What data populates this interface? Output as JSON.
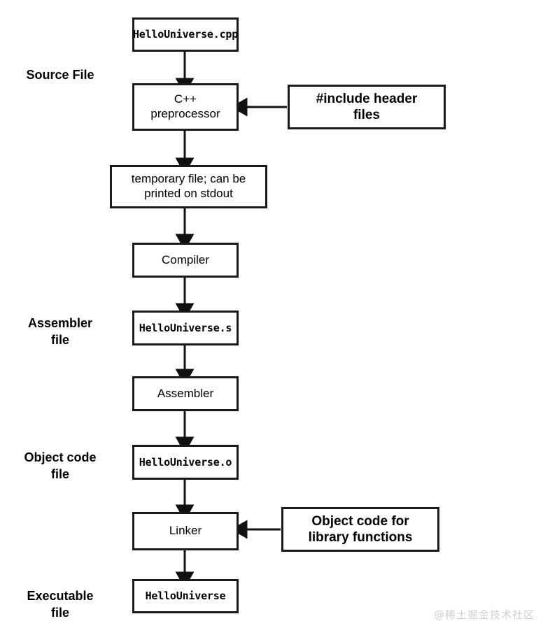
{
  "diagram": {
    "title": "C++ compilation pipeline flowchart",
    "background": "#ffffff",
    "stroke_color": "#1a1a1a",
    "watermark": "@稀土掘金技术社区",
    "side_labels": [
      {
        "id": "source-file",
        "text": "Source File"
      },
      {
        "id": "assembler-file",
        "text": "Assembler\nfile"
      },
      {
        "id": "object-code-file",
        "text": "Object code\nfile"
      },
      {
        "id": "executable-file",
        "text": "Executable\nfile"
      }
    ],
    "nodes": [
      {
        "id": "hellouniverse-cpp",
        "text": "HelloUniverse.cpp",
        "style": "mono"
      },
      {
        "id": "cpp-preprocessor",
        "text": "C++\npreprocessor",
        "style": "plain"
      },
      {
        "id": "include-header-files",
        "text": "#include header\nfiles",
        "style": "strong"
      },
      {
        "id": "temporary-file",
        "text": "temporary file; can be\nprinted on stdout",
        "style": "plain"
      },
      {
        "id": "compiler",
        "text": "Compiler",
        "style": "plain"
      },
      {
        "id": "hellouniverse-s",
        "text": "HelloUniverse.s",
        "style": "mono"
      },
      {
        "id": "assembler",
        "text": "Assembler",
        "style": "plain"
      },
      {
        "id": "hellouniverse-o",
        "text": "HelloUniverse.o",
        "style": "mono"
      },
      {
        "id": "linker",
        "text": "Linker",
        "style": "plain"
      },
      {
        "id": "object-code-library",
        "text": "Object code for\nlibrary functions",
        "style": "strong"
      },
      {
        "id": "hellouniverse-exe",
        "text": "HelloUniverse",
        "style": "mono"
      }
    ],
    "edges": [
      {
        "from": "hellouniverse-cpp",
        "to": "cpp-preprocessor",
        "direction": "down"
      },
      {
        "from": "include-header-files",
        "to": "cpp-preprocessor",
        "direction": "left"
      },
      {
        "from": "cpp-preprocessor",
        "to": "temporary-file",
        "direction": "down"
      },
      {
        "from": "temporary-file",
        "to": "compiler",
        "direction": "down"
      },
      {
        "from": "compiler",
        "to": "hellouniverse-s",
        "direction": "down"
      },
      {
        "from": "hellouniverse-s",
        "to": "assembler",
        "direction": "down"
      },
      {
        "from": "assembler",
        "to": "hellouniverse-o",
        "direction": "down"
      },
      {
        "from": "hellouniverse-o",
        "to": "linker",
        "direction": "down"
      },
      {
        "from": "object-code-library",
        "to": "linker",
        "direction": "left"
      },
      {
        "from": "linker",
        "to": "hellouniverse-exe",
        "direction": "down"
      }
    ]
  }
}
